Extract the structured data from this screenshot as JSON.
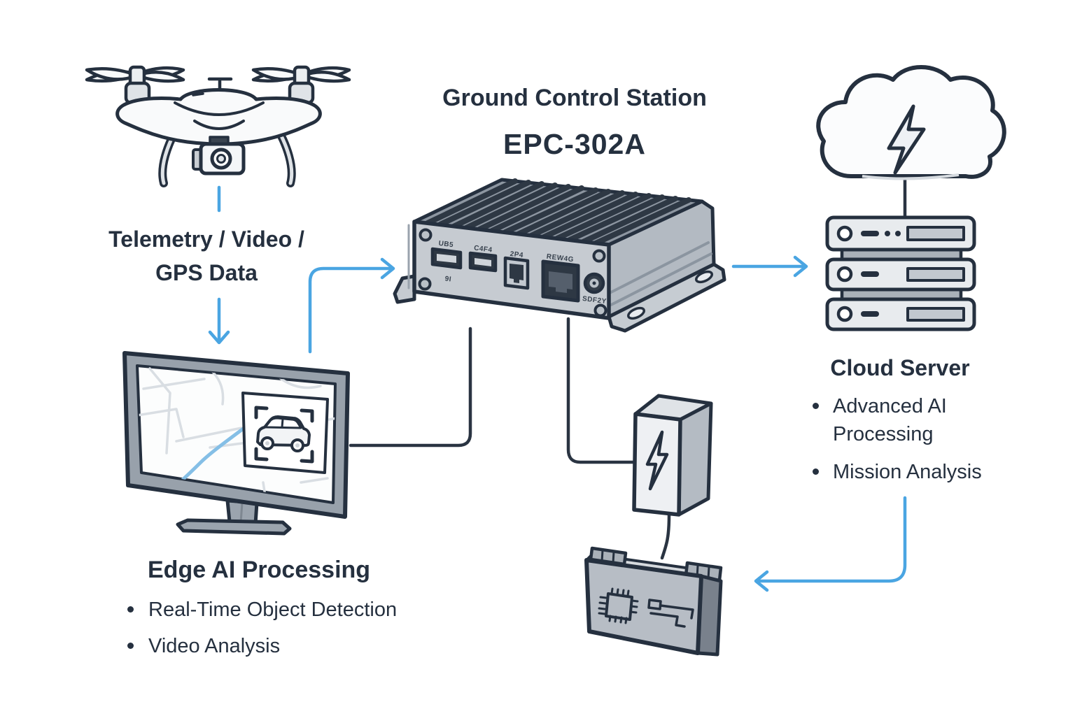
{
  "colors": {
    "ink": "#25303f",
    "accent_blue": "#4aa5e2",
    "river_blue": "#85bfe6"
  },
  "telemetry_label": {
    "line1": "Telemetry / Video /",
    "line2": "GPS Data"
  },
  "gcs": {
    "title": "Ground Control Station",
    "model": "EPC-302A",
    "port_labels": {
      "usb": "UB5",
      "usb_sub": "9I",
      "hdmi": "C4F4",
      "lan1": "2P4",
      "lan2": "REW4G",
      "power": "SDF2Y"
    }
  },
  "edge": {
    "title": "Edge AI Processing",
    "bullets": [
      "Real-Time Object Detection",
      "Video Analysis"
    ]
  },
  "cloud": {
    "title": "Cloud Server",
    "bullets": [
      "Advanced AI Processing",
      "Mission Analysis"
    ]
  }
}
